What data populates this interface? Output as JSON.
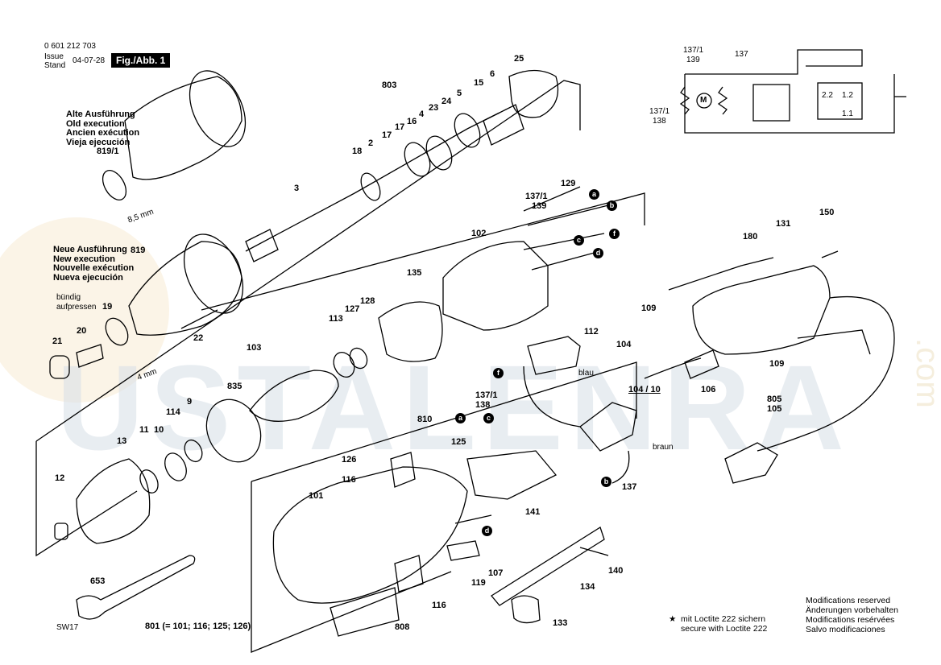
{
  "header": {
    "doc_number": "0 601 212 703",
    "issue_label": "Issue",
    "stand_label": "Stand",
    "issue_date": "04-07-28",
    "figure_label": "Fig./Abb. 1"
  },
  "notes": {
    "old_execution": [
      "Alte Ausführung",
      "Old execution",
      "Ancien exécution",
      "Vieja ejecución"
    ],
    "new_execution": [
      "Neue Ausführung",
      "New execution",
      "Nouvelle exécution",
      "Nueva ejecución"
    ],
    "flush_press": [
      "bündig",
      "aufpressen"
    ],
    "dim_85": "8,5 mm",
    "dim_4": "4 mm",
    "wire_blau": "blau",
    "wire_braun": "braun",
    "kit_801": "801 (= 101; 116; 125; 126)",
    "wrench_size": "SW17",
    "loctite": [
      "mit Loctite 222 sichern",
      "secure with Loctite 222"
    ],
    "modifications": [
      "Modifications reserved",
      "Änderungen vorbehalten",
      "Modifications resérvées",
      "Salvo modificaciones"
    ]
  },
  "schematic": {
    "labels": [
      "137/1",
      "139",
      "137",
      "137/1",
      "138",
      "M",
      "2.2",
      "1.2",
      "1.1"
    ]
  },
  "parts": [
    {
      "ref": "819/1"
    },
    {
      "ref": "18"
    },
    {
      "ref": "2"
    },
    {
      "ref": "17"
    },
    {
      "ref": "16"
    },
    {
      "ref": "4"
    },
    {
      "ref": "23"
    },
    {
      "ref": "24"
    },
    {
      "ref": "5"
    },
    {
      "ref": "15"
    },
    {
      "ref": "6"
    },
    {
      "ref": "25"
    },
    {
      "ref": "803"
    },
    {
      "ref": "3"
    },
    {
      "ref": "819"
    },
    {
      "ref": "19"
    },
    {
      "ref": "21"
    },
    {
      "ref": "20"
    },
    {
      "ref": "22"
    },
    {
      "ref": "129"
    },
    {
      "ref": "137/1"
    },
    {
      "ref": "139"
    },
    {
      "ref": "102"
    },
    {
      "ref": "135"
    },
    {
      "ref": "113"
    },
    {
      "ref": "127"
    },
    {
      "ref": "128"
    },
    {
      "ref": "103"
    },
    {
      "ref": "835"
    },
    {
      "ref": "9"
    },
    {
      "ref": "114"
    },
    {
      "ref": "10"
    },
    {
      "ref": "11"
    },
    {
      "ref": "13"
    },
    {
      "ref": "12"
    },
    {
      "ref": "112"
    },
    {
      "ref": "104"
    },
    {
      "ref": "104 / 10"
    },
    {
      "ref": "137/1"
    },
    {
      "ref": "138"
    },
    {
      "ref": "131"
    },
    {
      "ref": "180"
    },
    {
      "ref": "150"
    },
    {
      "ref": "109"
    },
    {
      "ref": "109"
    },
    {
      "ref": "106"
    },
    {
      "ref": "805"
    },
    {
      "ref": "105"
    },
    {
      "ref": "810"
    },
    {
      "ref": "125"
    },
    {
      "ref": "126"
    },
    {
      "ref": "116"
    },
    {
      "ref": "101"
    },
    {
      "ref": "141"
    },
    {
      "ref": "137"
    },
    {
      "ref": "107"
    },
    {
      "ref": "119"
    },
    {
      "ref": "116"
    },
    {
      "ref": "134"
    },
    {
      "ref": "140"
    },
    {
      "ref": "133"
    },
    {
      "ref": "808"
    },
    {
      "ref": "653"
    }
  ],
  "connectors": [
    "a",
    "b",
    "c",
    "f",
    "d",
    "f",
    "c",
    "a",
    "d",
    "b"
  ],
  "watermark": {
    "text": "USTALENRA",
    "side": ".com"
  }
}
